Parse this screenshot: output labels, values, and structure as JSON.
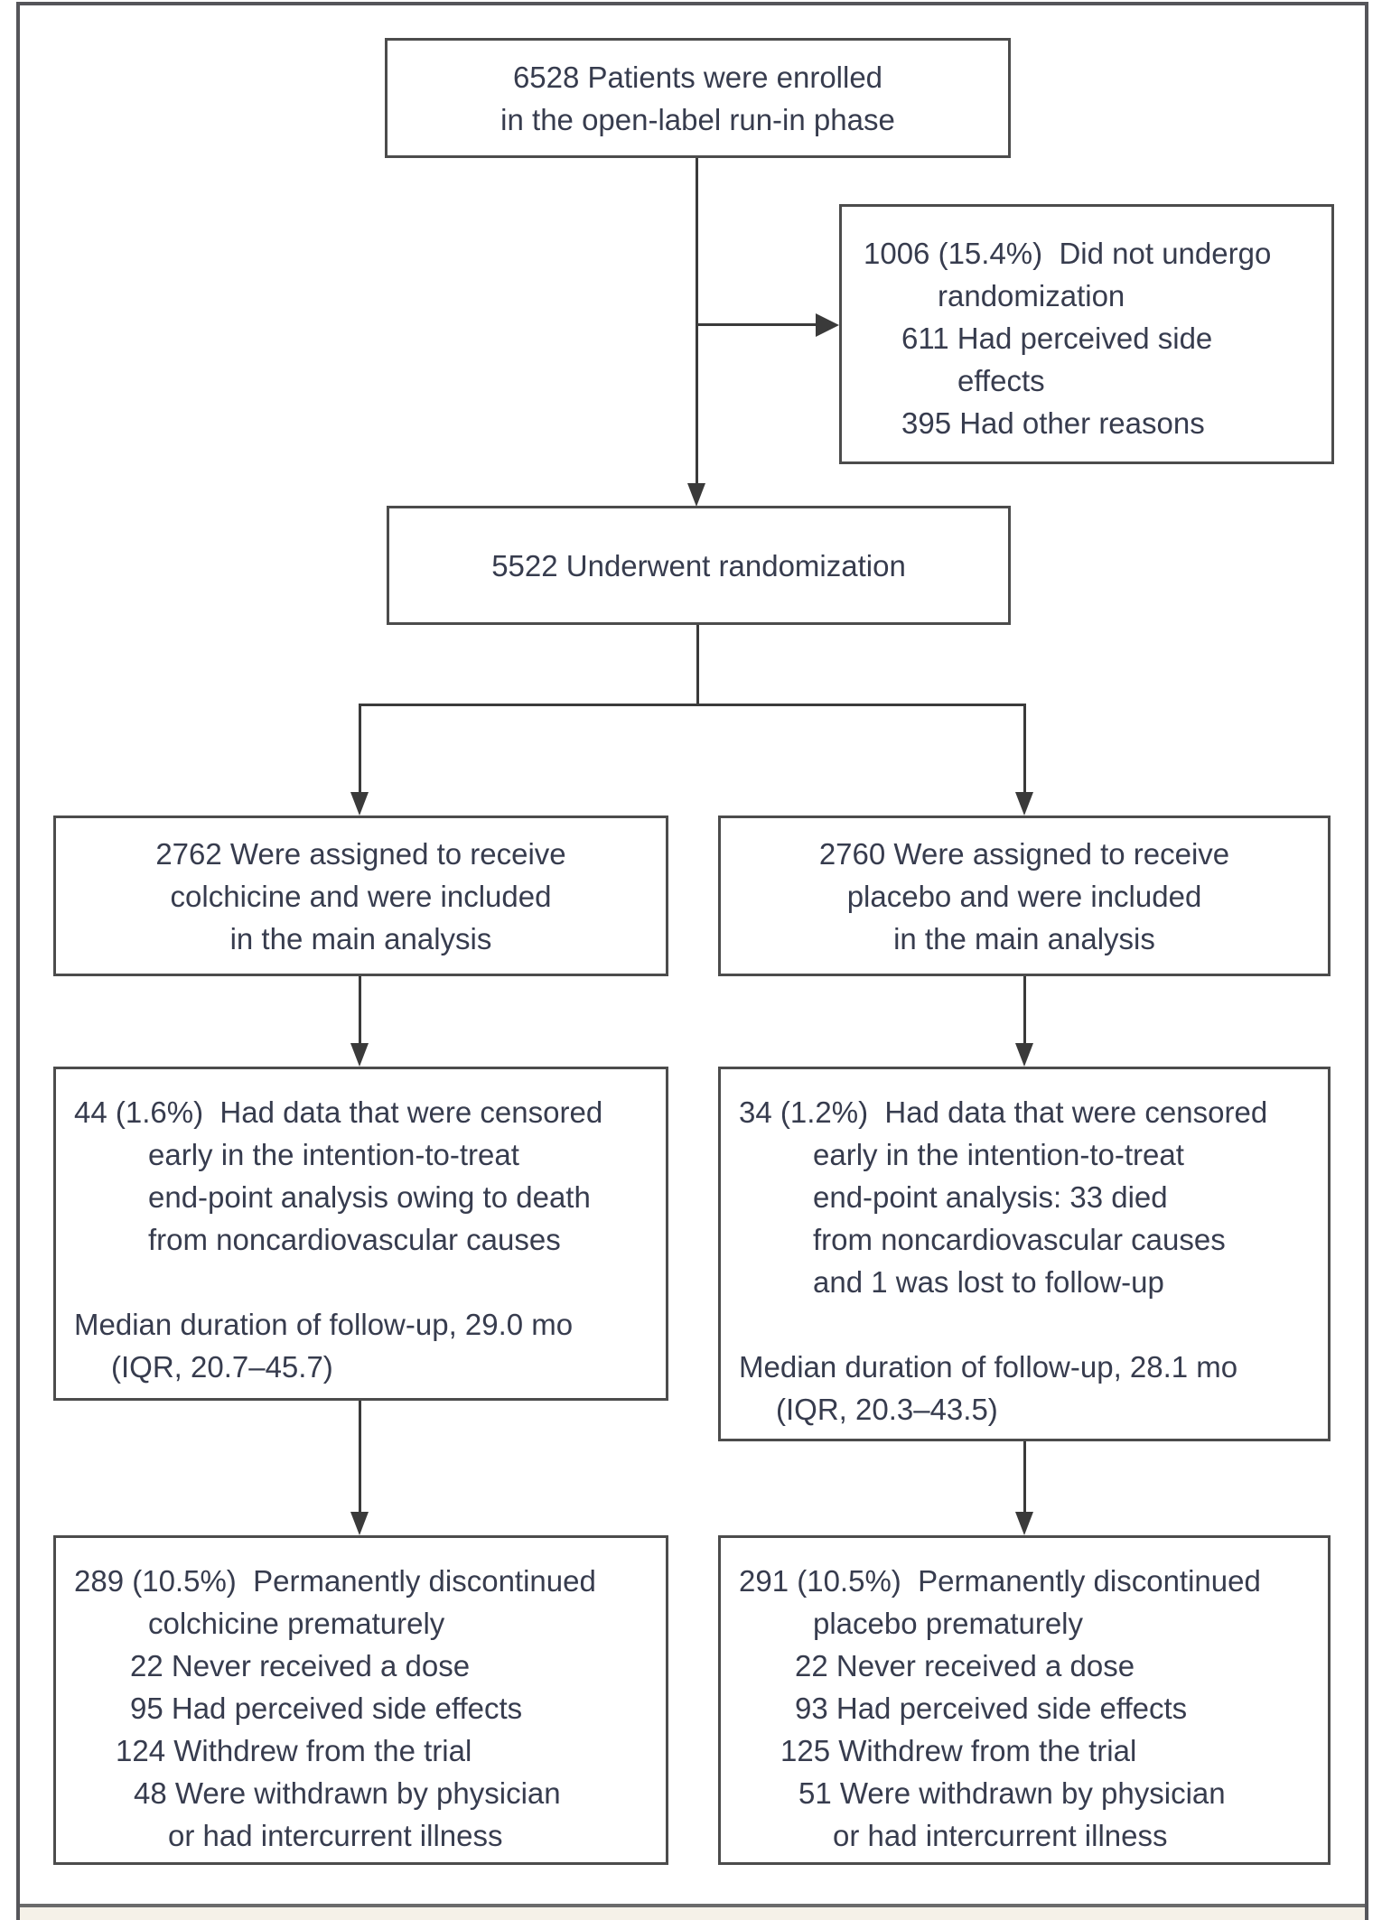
{
  "boxes": {
    "enrolled": {
      "lines": [
        "6528 Patients were enrolled",
        "in the open-label run-in phase"
      ]
    },
    "not_randomized": {
      "lines": [
        "1006 (15.4%)  Did not undergo",
        "randomization",
        "611 Had perceived side",
        "effects",
        "395 Had other reasons"
      ]
    },
    "randomized": {
      "text": "5522 Underwent randomization"
    },
    "assigned_colchicine": {
      "lines": [
        "2762 Were assigned to receive",
        "colchicine and were included",
        "in the main analysis"
      ]
    },
    "assigned_placebo": {
      "lines": [
        "2760 Were assigned to receive",
        "placebo and were included",
        "in the main analysis"
      ]
    },
    "censored_colchicine": {
      "lines": [
        "44 (1.6%)  Had data that were censored",
        "early in the intention-to-treat",
        "end-point analysis owing to death",
        "from noncardiovascular causes",
        "Median duration of follow-up, 29.0 mo",
        "(IQR, 20.7–45.7)"
      ]
    },
    "censored_placebo": {
      "lines": [
        "34 (1.2%)  Had data that were censored",
        "early in the intention-to-treat",
        "end-point analysis: 33 died",
        "from noncardiovascular causes",
        "and 1 was lost to follow-up",
        "Median duration of follow-up, 28.1 mo",
        "(IQR, 20.3–43.5)"
      ]
    },
    "discontinued_colchicine": {
      "lines": [
        "289 (10.5%)  Permanently discontinued",
        "colchicine prematurely",
        "22 Never received a dose",
        "95 Had perceived side effects",
        "124 Withdrew from the trial",
        "48 Were withdrawn by physician",
        "or had intercurrent illness"
      ]
    },
    "discontinued_placebo": {
      "lines": [
        "291 (10.5%)  Permanently discontinued",
        "placebo prematurely",
        "22 Never received a dose",
        "93 Had perceived side effects",
        "125 Withdrew from the trial",
        "51 Were withdrawn by physician",
        "or had intercurrent illness"
      ]
    }
  },
  "colors": {
    "text": "#373c4e",
    "box_border": "#4c4c4c",
    "frame_border": "#55555a",
    "connector": "#3a3a3a",
    "caption_strip": "#f5f1e8"
  }
}
